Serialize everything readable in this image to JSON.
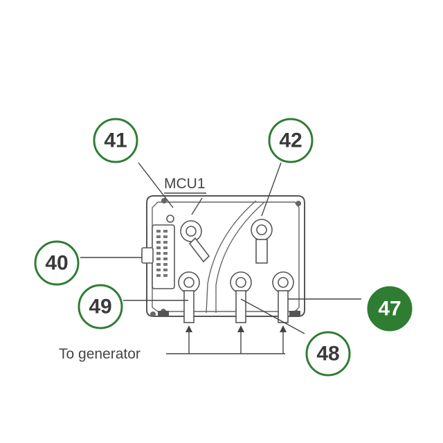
{
  "colors": {
    "callout_green": "#2e7d32",
    "callout_text": "#3a3a3a",
    "line": "#444444"
  },
  "labels": {
    "unit": "MCU1",
    "generator": "To generator"
  },
  "callouts": {
    "c40": "40",
    "c41": "41",
    "c42": "42",
    "c47": "47",
    "c48": "48",
    "c49": "49"
  }
}
